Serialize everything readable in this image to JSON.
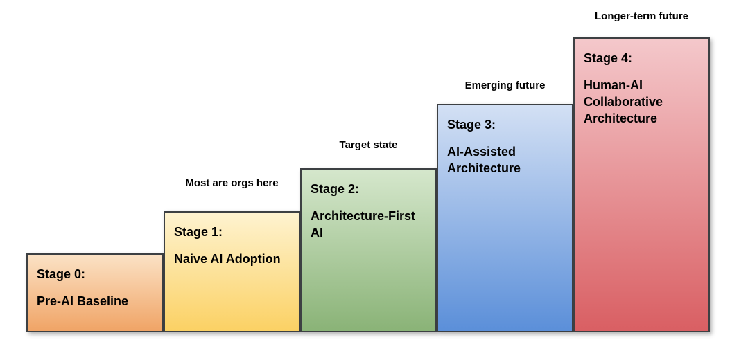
{
  "diagram": {
    "type": "staircase-maturity-model",
    "border_color": "#3d4043",
    "text_color": "#000000",
    "background_color": "#ffffff"
  },
  "stages": [
    {
      "label": "Stage 0:",
      "title": "Pre-AI Baseline",
      "annotation": "",
      "colors": {
        "top": "#fbe2c5",
        "bottom": "#f0a466"
      }
    },
    {
      "label": "Stage 1:",
      "title": "Naive AI Adoption",
      "annotation": "Most are orgs here",
      "colors": {
        "top": "#fef3d0",
        "bottom": "#fbd164"
      }
    },
    {
      "label": "Stage 2:",
      "title": "Architecture-First AI",
      "annotation": "Target state",
      "colors": {
        "top": "#d5e7cc",
        "bottom": "#8ab377"
      }
    },
    {
      "label": "Stage 3:",
      "title": "AI-Assisted Architecture",
      "annotation": "Emerging future",
      "colors": {
        "top": "#d3e0f4",
        "bottom": "#5b8fd9"
      }
    },
    {
      "label": "Stage 4:",
      "title": "Human-AI Collaborative Architecture",
      "annotation": "Longer-term future",
      "colors": {
        "top": "#f4c8cb",
        "bottom": "#d95f63"
      }
    }
  ]
}
